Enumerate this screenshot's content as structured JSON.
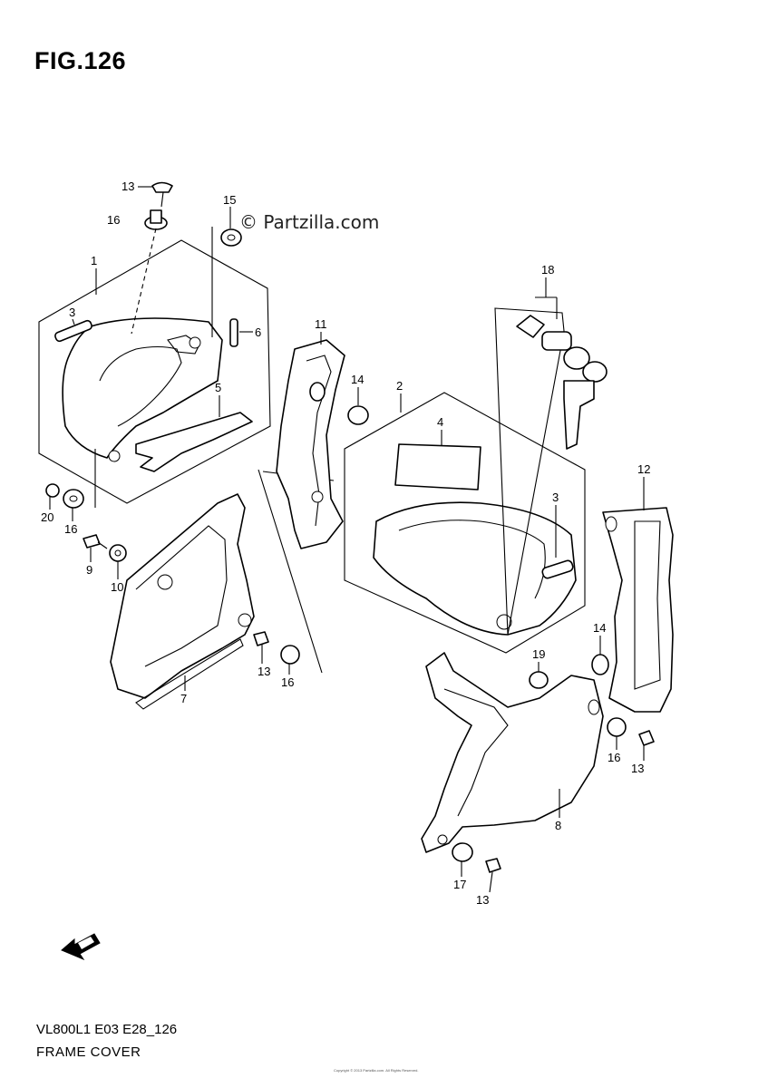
{
  "figure": {
    "title": "FIG.126",
    "watermark": "© Partzilla.com",
    "model_code": "VL800L1 E03 E28_126",
    "section_name": "FRAME COVER",
    "fine_print": "Copyright © 2013 Partzilla.com. All Rights Reserved."
  },
  "callouts": [
    "13",
    "16",
    "15",
    "1",
    "3",
    "6",
    "5",
    "20",
    "16",
    "9",
    "10",
    "11",
    "14",
    "2",
    "4",
    "18",
    "3",
    "7",
    "13",
    "16",
    "12",
    "19",
    "14",
    "8",
    "16",
    "13",
    "17",
    "13"
  ],
  "icons": {
    "front_arrow": "fwd-arrow-icon"
  }
}
